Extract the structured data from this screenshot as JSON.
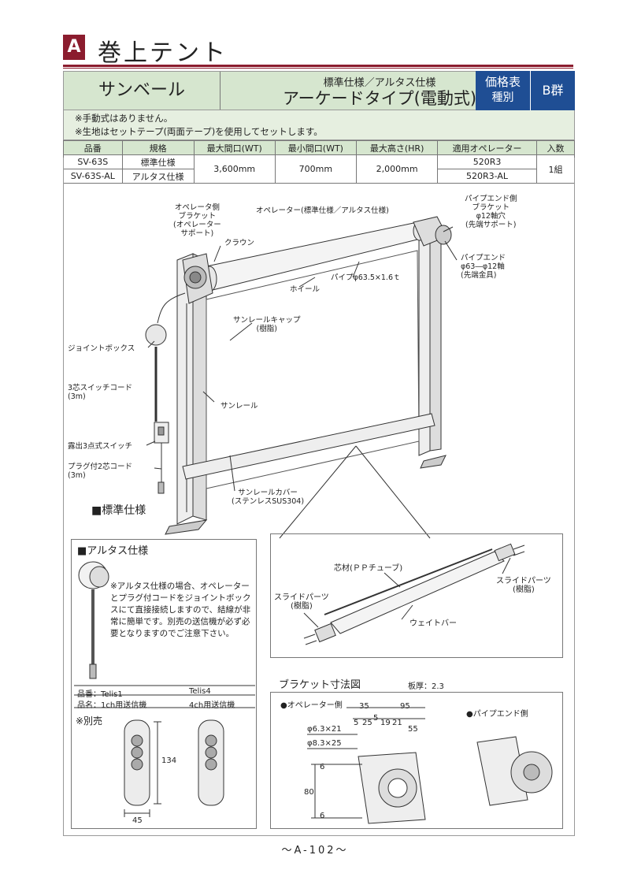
{
  "header": {
    "category_letter": "A",
    "category_title": "巻上テント"
  },
  "titlebar": {
    "brand": "サンベール",
    "subtitle": "標準仕様／アルタス仕様",
    "product": "アーケードタイプ(電動式)",
    "price_label_1": "価格表",
    "price_label_2": "種別",
    "group": "B群"
  },
  "notes": [
    "※手動式はありません。",
    "※生地はセットテープ(両面テープ)を使用してセットします。"
  ],
  "spec_table": {
    "headers": [
      "品番",
      "規格",
      "最大間口(WT)",
      "最小間口(WT)",
      "最大高さ(HR)",
      "適用オペレーター",
      "入数"
    ],
    "rows": [
      {
        "code": "SV-63S",
        "spec": "標準仕様",
        "operator": "520R3"
      },
      {
        "code": "SV-63S-AL",
        "spec": "アルタス仕様",
        "operator": "520R3-AL"
      }
    ],
    "max_width": "3,600mm",
    "min_width": "700mm",
    "max_height": "2,000mm",
    "qty": "1組"
  },
  "main_figure": {
    "section_label": "■標準仕様",
    "labels": {
      "op_bracket": "オペレータ側\nブラケット\n(オペレーター\nサポート)",
      "operator": "オペレーター(標準仕様／アルタス仕様)",
      "crown": "クラウン",
      "pipe_end_bracket": "パイプエンド側\nブラケット\nφ12軸穴\n(先端サポート)",
      "pipe_end": "パイプエンド\nφ63―φ12軸\n(先端金具)",
      "wheel": "ホイール",
      "pipe": "パイプφ63.5×1.6ｔ",
      "cap": "サンレールキャップ\n(樹脂)",
      "joint_box": "ジョイントボックス",
      "switch_cord": "3芯スイッチコード\n(3m)",
      "sunrail": "サンレール",
      "switch": "露出3点式スイッチ",
      "plug_cord": "プラグ付2芯コード\n(3m)",
      "rail_cover": "サンレールカバー\n(ステンレスSUS304)"
    }
  },
  "altus": {
    "title": "■アルタス仕様",
    "note": "※アルタス仕様の場合、オペレーターとプラグ付コードをジョイントボックスにて直接接続しますので、結線が非常に簡単です。別売の送信機が必ず必要となりますのでご注意下さい。",
    "model_label": "品番：Telis1",
    "model_label_2": "Telis4",
    "name_label": "品名：1ch用送信機",
    "name_label_2": "4ch用送信機",
    "sold_separately": "※別売",
    "dim_height": "134",
    "dim_width": "45"
  },
  "weight_bar": {
    "core": "芯材(ＰＰチューブ)",
    "slide_left": "スライドパーツ\n(樹脂)",
    "slide_right": "スライドパーツ\n(樹脂)",
    "weight_bar": "ウェイトバー"
  },
  "bracket": {
    "title": "ブラケット寸法図",
    "thickness": "板厚：2.3",
    "op_side": "●オペレーター側",
    "pipe_side": "●パイプエンド側",
    "dims": [
      "35",
      "95",
      "5",
      "25",
      "5",
      "19",
      "21",
      "55",
      "φ6.3×21",
      "φ8.3×25",
      "6",
      "80",
      "6"
    ]
  },
  "footer": "～A-102～"
}
